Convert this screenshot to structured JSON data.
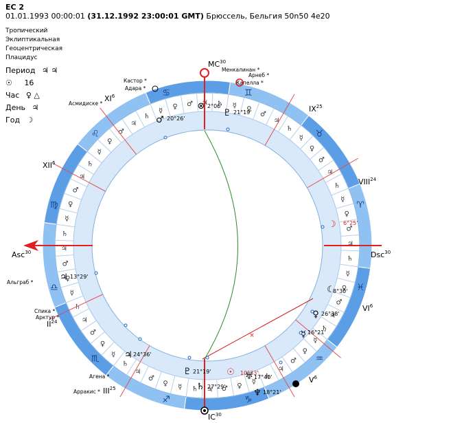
{
  "header": {
    "title": "ЕС 2",
    "date_local": "01.01.1993  00:00:01",
    "date_gmt": "(31.12.1992  23:00:01 GMT)",
    "place": "Брюссель, Бельгия 50n50  4e20"
  },
  "settings": [
    "Тропический",
    "Эклиптикальная",
    "Геоцентрическая",
    "Плацидус"
  ],
  "indicators": [
    {
      "label": "Период",
      "value": "♃ ♃"
    },
    {
      "label": "☉",
      "value": "16"
    },
    {
      "label": "Час",
      "value": "♀ △"
    },
    {
      "label": "День",
      "value": "♃"
    },
    {
      "label": "Год",
      "value": "☽"
    }
  ],
  "colors": {
    "outer_ring": "#5b9ee6",
    "outer_ring_alt": "#8fc1f2",
    "inner_ring": "#d9e9fa",
    "house_line": "#e05050",
    "axis": "#e02020",
    "aspect_green": "#2a8a2a",
    "aspect_red": "#d02020",
    "tick": "#2060c0"
  },
  "axes": {
    "asc": "Asc",
    "asc_sup": "30",
    "dsc": "Dsc",
    "dsc_sup": "30",
    "mc": "MC",
    "mc_sup": "30",
    "ic": "IC",
    "ic_sup": "30"
  },
  "houses": [
    {
      "num": "IX",
      "sup": "25"
    },
    {
      "num": "VIII",
      "sup": "24"
    },
    {
      "num": "VI",
      "sup": "6"
    },
    {
      "num": "V",
      "sup": "6"
    },
    {
      "num": "III",
      "sup": "25"
    },
    {
      "num": "II",
      "sup": "24"
    },
    {
      "num": "XII",
      "sup": "6"
    },
    {
      "num": "XI",
      "sup": "6"
    }
  ],
  "signs": [
    "♊",
    "♉",
    "♈",
    "♓",
    "♒",
    "♑",
    "♐",
    "♏",
    "♎",
    "♍",
    "♌",
    "♋"
  ],
  "stars": [
    "Менкалинан",
    "Арнеб",
    "Капелла",
    "Кастор",
    "Адара",
    "Асмидиске",
    "Альграб",
    "Спика",
    "Арктур",
    "Агена",
    "Арракис"
  ],
  "planets": [
    {
      "name": "sun",
      "glyph": "☉",
      "deg": "10°33'"
    },
    {
      "name": "moon-north",
      "glyph": "☽",
      "deg": "6°25'"
    },
    {
      "name": "moon-south",
      "glyph": "☾",
      "deg": "8°30'"
    },
    {
      "name": "venus",
      "glyph": "♀",
      "deg": "26°38'"
    },
    {
      "name": "mercury",
      "glyph": "☿",
      "deg": "16°21'"
    },
    {
      "name": "neptune",
      "glyph": "♆",
      "deg": "18°21'"
    },
    {
      "name": "uranus",
      "glyph": "♅",
      "deg": "17°40'"
    },
    {
      "name": "saturn",
      "glyph": "♄",
      "deg": "27°29'"
    },
    {
      "name": "pluto-low",
      "glyph": "♇",
      "deg": "21°19'"
    },
    {
      "name": "jupiter",
      "glyph": "♃",
      "deg": "24°36'"
    },
    {
      "name": "jupiter-asc",
      "glyph": "♃",
      "deg": "13°29'"
    },
    {
      "name": "mars",
      "glyph": "♂",
      "deg": "20°26'"
    },
    {
      "name": "pluto-top",
      "glyph": "♇",
      "deg": "21°19'"
    },
    {
      "name": "node",
      "glyph": "⊗",
      "deg": "2°06'"
    }
  ],
  "rulers": [
    "♄",
    "♃",
    "♂",
    "♀",
    "☿",
    "♄",
    "♃",
    "♂",
    "♀",
    "☿",
    "♄",
    "♃",
    "♂",
    "♀",
    "☿",
    "♄",
    "♃",
    "♂",
    "♀",
    "☿",
    "♄",
    "♃",
    "♂",
    "♀",
    "☿",
    "♄",
    "♃",
    "♂",
    "♀",
    "☿",
    "♄",
    "♃",
    "♂",
    "♀",
    "☿",
    "♄",
    "♃",
    "♂",
    "♀",
    "☿",
    "♄",
    "♃",
    "♂",
    "♀",
    "☿",
    "♄",
    "♃",
    "♂",
    "♀",
    "☿",
    "♄",
    "♃",
    "♂",
    "♀",
    "☿",
    "♄",
    "♃",
    "♂",
    "♀",
    "☿"
  ]
}
